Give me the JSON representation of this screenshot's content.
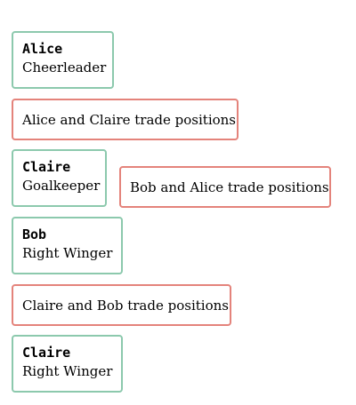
{
  "states": [
    {
      "name": "Alice",
      "role": "Cheerleader"
    },
    {
      "name": "Claire",
      "role": "Goalkeeper"
    },
    {
      "name": "Bob",
      "role": "Right Winger"
    },
    {
      "name": "Claire",
      "role": "Right Winger"
    }
  ],
  "actions": [
    {
      "label": "Alice and Claire trade positions"
    },
    {
      "label": "Bob and Alice trade positions"
    },
    {
      "label": "Claire and Bob trade positions"
    }
  ],
  "colors": {
    "state_border": "#8cc9ad",
    "action_border": "#e4837b"
  }
}
